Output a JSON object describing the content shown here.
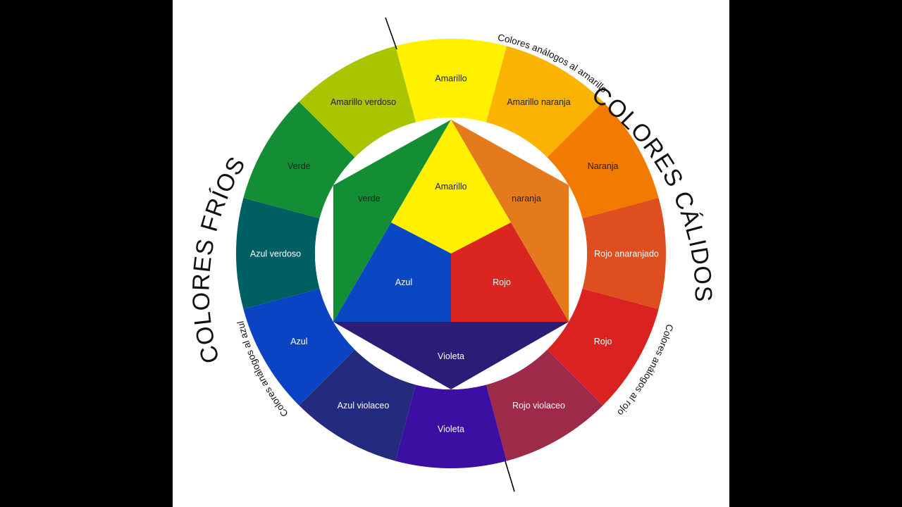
{
  "outer_ring": [
    {
      "label": "Amarillo",
      "color": "#FFF100",
      "text_color": "#222222"
    },
    {
      "label": "Amarillo naranja",
      "color": "#FAB400",
      "text_color": "#222222"
    },
    {
      "label": "Naranja",
      "color": "#F27A00",
      "text_color": "#222222"
    },
    {
      "label": "Rojo anaranjado",
      "color": "#DF4E1E",
      "text_color": "#ffffff"
    },
    {
      "label": "Rojo",
      "color": "#DA2320",
      "text_color": "#ffffff"
    },
    {
      "label": "Rojo violaceo",
      "color": "#9E2A49",
      "text_color": "#ffffff"
    },
    {
      "label": "Violeta",
      "color": "#3A0FA2",
      "text_color": "#ffffff"
    },
    {
      "label": "Azul violaceo",
      "color": "#242A7D",
      "text_color": "#ffffff"
    },
    {
      "label": "Azul",
      "color": "#0A43C4",
      "text_color": "#ffffff"
    },
    {
      "label": "Azul verdoso",
      "color": "#005F63",
      "text_color": "#ffffff"
    },
    {
      "label": "Verde",
      "color": "#148E35",
      "text_color": "#222222"
    },
    {
      "label": "Amarillo verdoso",
      "color": "#A8C500",
      "text_color": "#222222"
    }
  ],
  "inner": {
    "amarillo": {
      "label": "Amarillo",
      "color": "#FFF000"
    },
    "azul": {
      "label": "Azul",
      "color": "#0A47C2"
    },
    "rojo": {
      "label": "Rojo",
      "color": "#DA2520"
    },
    "verde": {
      "label": "verde",
      "color": "#148E35"
    },
    "naranja": {
      "label": "naranja",
      "color": "#E47A1C"
    },
    "violeta": {
      "label": "Violeta",
      "color": "#2B1C77"
    }
  },
  "titles": {
    "warm": "COLORES CÁLIDOS",
    "cold": "COLORES FRÍOS",
    "analog_yellow": "Colores análogos al amarillo",
    "analog_red": "Colores análogos al rojo",
    "analog_blue": "Colores análogos al azul"
  }
}
